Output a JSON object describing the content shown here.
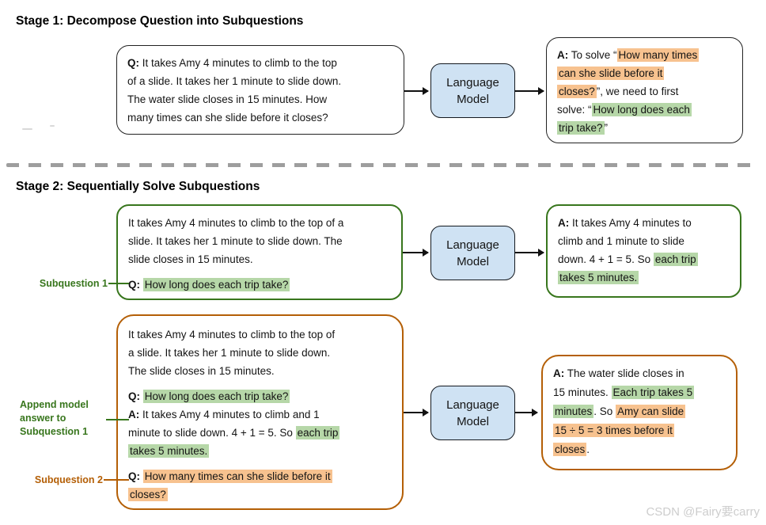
{
  "colors": {
    "green_border": "#38761d",
    "brown_border": "#b45f06",
    "language_model_fill": "#cfe2f3",
    "highlight_green": "#b6d7a8",
    "highlight_orange": "#f7c28f",
    "divider_gray": "#9e9e9e"
  },
  "stage1": {
    "title": "Stage 1: Decompose Question into Subquestions",
    "language_model_label": "Language Model",
    "question_box": [
      {
        "seg": [
          {
            "t": "Q:",
            "b": true
          },
          {
            "t": " It takes Amy 4 minutes to climb to the top\nof a slide. It takes her 1 minute to slide down.\nThe water slide closes in 15 minutes. How\nmany times can she slide before it closes?"
          }
        ]
      }
    ],
    "answer_box": [
      {
        "seg": [
          {
            "t": "A:",
            "b": true
          },
          {
            "t": " To solve “"
          },
          {
            "t": "How many times\ncan she slide before it\ncloses?",
            "h": "orange"
          },
          {
            "t": "”, we need to first\nsolve: “"
          },
          {
            "t": "How long does each\ntrip take?",
            "h": "green"
          },
          {
            "t": "”"
          }
        ]
      }
    ]
  },
  "stage2": {
    "title": "Stage 2: Sequentially Solve Subquestions",
    "row1": {
      "side_label": "Subquestion 1",
      "language_model_label": "Language Model",
      "input_box": [
        {
          "seg": [
            {
              "t": "It takes Amy 4 minutes to climb to the top of a\nslide. It takes her 1 minute to slide down. The\nslide closes in 15 minutes."
            }
          ]
        },
        {
          "gap": true,
          "seg": [
            {
              "t": "Q:",
              "b": true
            },
            {
              "t": " "
            },
            {
              "t": "How long does each trip take?",
              "h": "green"
            }
          ]
        }
      ],
      "answer_box": [
        {
          "seg": [
            {
              "t": "A:",
              "b": true
            },
            {
              "t": " It takes Amy 4 minutes to\nclimb and 1 minute to slide\ndown. 4 + 1 = 5. So "
            },
            {
              "t": "each trip\ntakes 5 minutes.",
              "h": "green"
            }
          ]
        }
      ]
    },
    "row2": {
      "side_label_append": "Append model answer to Subquestion 1",
      "side_label_sub2": "Subquestion 2",
      "language_model_label": "Language Model",
      "input_box": [
        {
          "seg": [
            {
              "t": "It takes Amy 4 minutes to climb to the top of\na slide. It takes her 1 minute to slide down.\nThe slide closes in 15 minutes."
            }
          ]
        },
        {
          "gap": true,
          "seg": [
            {
              "t": "Q:",
              "b": true
            },
            {
              "t": " "
            },
            {
              "t": "How long does each trip take?",
              "h": "green"
            }
          ]
        },
        {
          "seg": [
            {
              "t": "A:",
              "b": true
            },
            {
              "t": " It takes Amy 4 minutes to climb and 1\nminute to slide down. 4 + 1 = 5. So "
            },
            {
              "t": "each trip\ntakes 5 minutes.",
              "h": "green"
            }
          ]
        },
        {
          "gap": true,
          "seg": [
            {
              "t": "Q:",
              "b": true
            },
            {
              "t": " "
            },
            {
              "t": "How many times can she slide before it\ncloses?",
              "h": "orange"
            }
          ]
        }
      ],
      "answer_box": [
        {
          "seg": [
            {
              "t": "A:",
              "b": true
            },
            {
              "t": " The water slide closes in\n15 minutes. "
            },
            {
              "t": "Each trip takes 5\nminutes",
              "h": "green"
            },
            {
              "t": ". So "
            },
            {
              "t": "Amy can slide\n15 ÷ 5 = 3 times before it\ncloses",
              "h": "orange"
            },
            {
              "t": "."
            }
          ]
        }
      ]
    }
  },
  "watermark": "CSDN @Fairy要carry"
}
